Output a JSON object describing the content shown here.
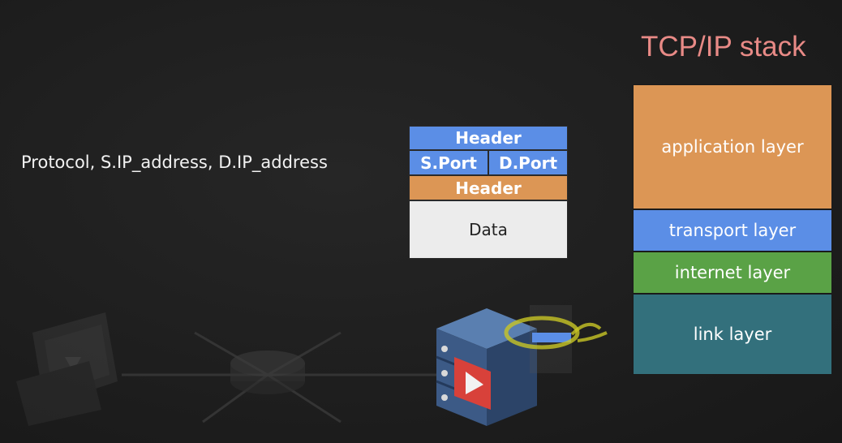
{
  "title": "TCP/IP stack",
  "formula": "Protocol,  S.IP_address,  D.IP_address",
  "packet": {
    "transport_header": "Header",
    "source_port": "S.Port",
    "dest_port": "D.Port",
    "ip_header": "Header",
    "data": "Data"
  },
  "stack": {
    "application": "application layer",
    "transport": "transport layer",
    "internet": "internet layer",
    "link": "link layer"
  },
  "colors": {
    "application": "#dc9655",
    "transport": "#5b8ee6",
    "internet": "#5aa246",
    "link": "#33707c",
    "title": "#e88a86"
  }
}
